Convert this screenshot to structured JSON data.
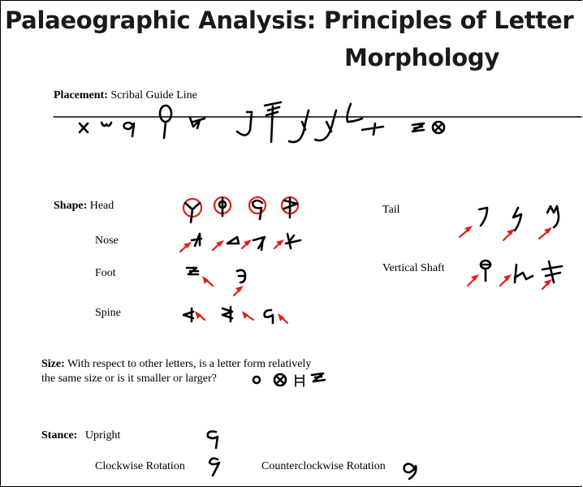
{
  "title_line1": "Palaeographic Analysis: Principles of Letter",
  "title_line2": "Morphology",
  "placement": {
    "label": "Placement:",
    "text": "Scribal Guide Line"
  },
  "shape": {
    "label": "Shape:",
    "head": "Head",
    "nose": "Nose",
    "foot": "Foot",
    "spine": "Spine",
    "tail": "Tail",
    "vertical_shaft": "Vertical Shaft"
  },
  "size": {
    "label": "Size:",
    "line1": "With respect to other letters, is a letter form relatively",
    "line2": "the same size or is it smaller or larger?"
  },
  "stance": {
    "label": "Stance:",
    "upright": "Upright",
    "clockwise": "Clockwise Rotation",
    "counterclockwise": "Counterclockwise Rotation"
  },
  "colors": {
    "title": "#1a1a1a",
    "annotation": "#e0201c",
    "ink": "#000000"
  }
}
